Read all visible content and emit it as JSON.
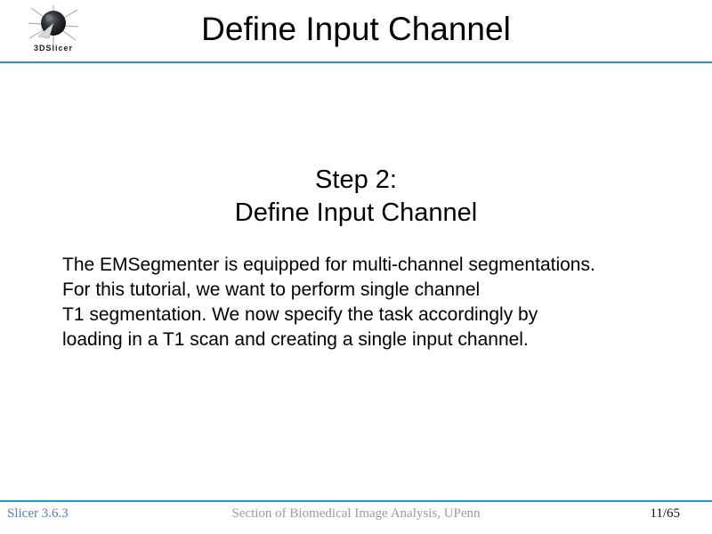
{
  "slide": {
    "logo_text": "3DSlicer",
    "title": "Define Input Channel",
    "step_heading_line1": "Step 2:",
    "step_heading_line2": "Define Input Channel",
    "body_lines": [
      "The EMSegmenter is equipped for multi-channel segmentations.",
      "For this tutorial, we want to perform single channel",
      "T1 segmentation. We now specify the task accordingly by",
      "loading in a T1 scan and creating a single input channel."
    ]
  },
  "footer": {
    "left": "Slicer 3.6.3",
    "center": "Section of Biomedical Image Analysis, UPenn",
    "right": "11/65"
  },
  "colors": {
    "rule_blue": "#1e9bd7",
    "footer_left": "#5f7ca3",
    "footer_center": "#9a9a9a",
    "footer_right": "#111111"
  }
}
